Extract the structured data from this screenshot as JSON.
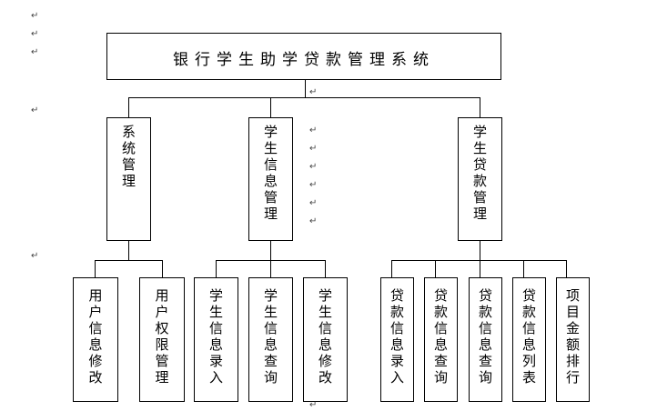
{
  "title": "银行学生助学贷款管理系统",
  "level1": [
    "系统管理",
    "学生信息管理",
    "学生贷款管理"
  ],
  "level2": {
    "system": [
      "用户信息修改",
      "用户权限管理"
    ],
    "student": [
      "学生信息录入",
      "学生信息查询",
      "学生信息修改"
    ],
    "loan": [
      "贷款信息录入",
      "贷款信息查询",
      "贷款信息查询",
      "贷款信息列表",
      "项目金额排行"
    ]
  },
  "paragraph_mark": "↵"
}
